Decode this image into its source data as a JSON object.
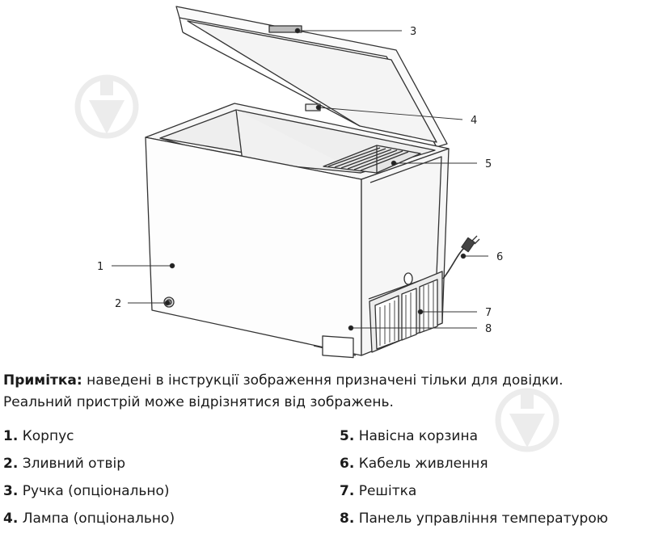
{
  "callouts": [
    "1",
    "2",
    "3",
    "4",
    "5",
    "6",
    "7",
    "8"
  ],
  "note": {
    "label": "Примітка:",
    "line1": " наведені в інструкції зображення призначені тільки для довідки.",
    "line2": "Реальний пристрій може відрізнятися від зображень."
  },
  "legend": [
    {
      "num": "1.",
      "text": "Корпус"
    },
    {
      "num": "2.",
      "text": "Зливний отвір"
    },
    {
      "num": "3.",
      "text": "Ручка (опціонально)"
    },
    {
      "num": "4.",
      "text": "Лампа (опціонально)"
    },
    {
      "num": "5.",
      "text": "Навісна корзина"
    },
    {
      "num": "6.",
      "text": "Кабель живлення"
    },
    {
      "num": "7.",
      "text": "Решітка"
    },
    {
      "num": "8.",
      "text": "Панель управління температурою"
    }
  ],
  "colors": {
    "line": "#333333",
    "watermark": "#9a9a9a"
  },
  "icons": [
    "watermark-pin-icon"
  ]
}
